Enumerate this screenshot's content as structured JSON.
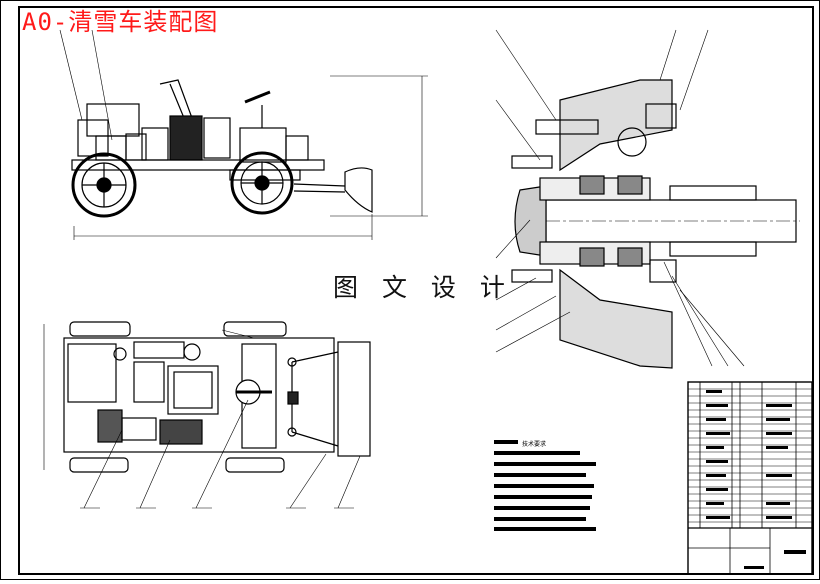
{
  "drawing": {
    "title": "A0-清雪车装配图",
    "watermark": "图 文 设 计",
    "tech_requirements_title": "技术要求"
  }
}
